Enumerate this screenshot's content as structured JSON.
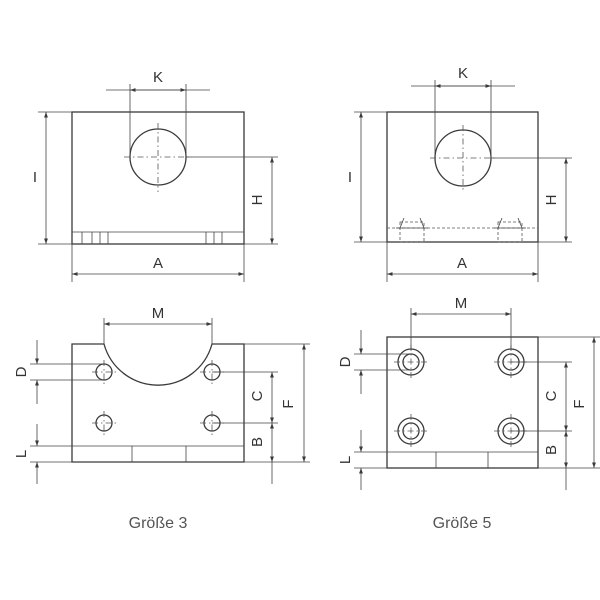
{
  "views": {
    "size3_side": {
      "k": "K",
      "i": "I",
      "h": "H",
      "a": "A"
    },
    "size5_side": {
      "k": "K",
      "i": "I",
      "h": "H",
      "a": "A"
    },
    "size3_top": {
      "m": "M",
      "d": "D",
      "c": "C",
      "f": "F",
      "b": "B",
      "l": "L"
    },
    "size5_top": {
      "m": "M",
      "d": "D",
      "c": "C",
      "f": "F",
      "b": "B",
      "l": "L"
    }
  },
  "captions": {
    "size3": "Größe 3",
    "size5": "Größe 5"
  },
  "colors": {
    "line": "#3a3a3a",
    "text": "#333333",
    "caption": "#555555"
  }
}
